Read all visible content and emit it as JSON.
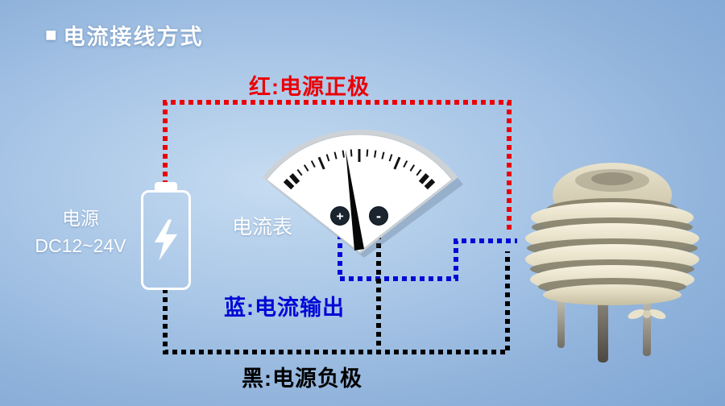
{
  "title": {
    "bullet": "■",
    "text": "电流接线方式"
  },
  "wires": {
    "red": {
      "label": "红:电源正极",
      "color": "#ea0006"
    },
    "blue": {
      "label": "蓝:电流输出",
      "color": "#0009d6"
    },
    "black": {
      "label": "黑:电源负极",
      "color": "#000000"
    }
  },
  "power": {
    "name": "电源",
    "spec": "DC12~24V"
  },
  "meter": {
    "name": "电流表",
    "terminal_plus": "+",
    "terminal_minus": "-"
  },
  "colors": {
    "background_top": "#c6dcf1",
    "background_bottom": "#7fa6d3",
    "battery_outline": "#ffffff",
    "sensor_cream": "#ece5cd",
    "meter_face": "#ffffff",
    "meter_rim": "#cdd2d6",
    "terminal_fill": "#1b2530"
  }
}
